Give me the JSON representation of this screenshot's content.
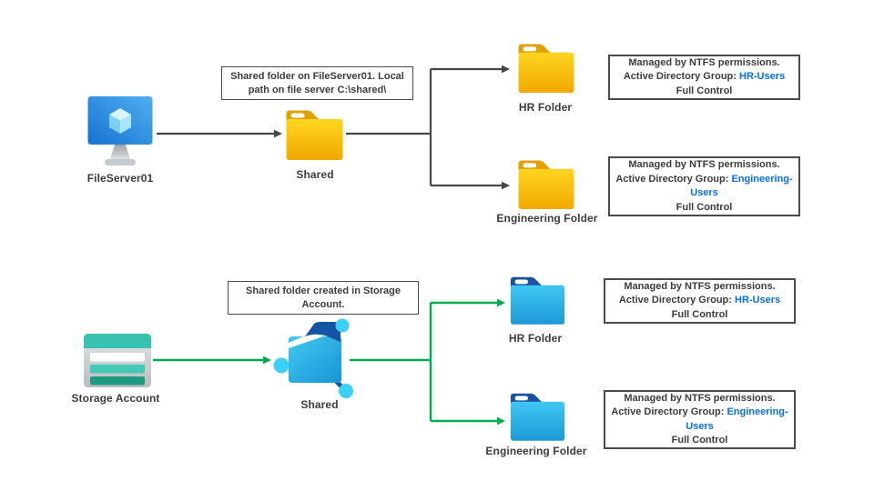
{
  "colors": {
    "connector_top": "#474747",
    "connector_bottom": "#00AC4F",
    "link_blue": "#0a6ee6",
    "text": "#3c3c3c",
    "folder_yellow": "#F5B500",
    "folder_blue": "#29B5E8",
    "storage_teal": "#36C2AE"
  },
  "top_flow": {
    "source_label": "FileServer01",
    "source_icon": "azure-vm-icon",
    "callout": "Shared folder on FileServer01. Local path on file server C:\\shared\\",
    "share_label": "Shared",
    "share_icon": "yellow-folder-icon",
    "branches": [
      {
        "folder_label": "HR Folder",
        "folder_icon": "yellow-folder-icon",
        "note": {
          "managed": "Managed by NTFS permissions.",
          "group_prefix": "Active Directory Group: ",
          "group": "HR-Users",
          "access": "Full Control"
        }
      },
      {
        "folder_label": "Engineering Folder",
        "folder_icon": "yellow-folder-icon",
        "note": {
          "managed": "Managed by NTFS permissions.",
          "group_prefix": "Active Directory Group: ",
          "group": "Engineering-Users",
          "access": "Full Control"
        }
      }
    ]
  },
  "bottom_flow": {
    "source_label": "Storage Account",
    "source_icon": "storage-account-icon",
    "callout": "Shared folder created in Storage Account.",
    "share_label": "Shared",
    "share_icon": "azure-file-share-icon",
    "branches": [
      {
        "folder_label": "HR Folder",
        "folder_icon": "blue-folder-icon",
        "note": {
          "managed": "Managed by NTFS permissions.",
          "group_prefix": "Active Directory Group: ",
          "group": "HR-Users",
          "access": "Full Control"
        }
      },
      {
        "folder_label": "Engineering Folder",
        "folder_icon": "blue-folder-icon",
        "note": {
          "managed": "Managed by NTFS permissions.",
          "group_prefix": "Active Directory Group: ",
          "group": "Engineering-Users",
          "access": "Full Control"
        }
      }
    ]
  }
}
